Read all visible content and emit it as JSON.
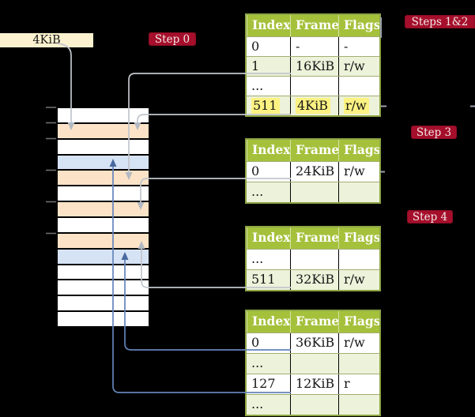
{
  "legend_box": {
    "label": "4KiB"
  },
  "badges": {
    "step0": "Step 0",
    "steps12": "Steps 1&2",
    "step3": "Step 3",
    "step4": "Step 4"
  },
  "memory_stack": {
    "description": "physical memory frames, 4KiB each, top = 0KiB",
    "rows": [
      "white",
      "peach",
      "white",
      "blue",
      "peach",
      "white",
      "peach",
      "white",
      "peach",
      "blue",
      "white",
      "white",
      "white",
      "white"
    ]
  },
  "page_tables": [
    {
      "id": "table-steps-1-2",
      "headers": [
        "Index",
        "Frame",
        "Flags"
      ],
      "rows": [
        {
          "cells": [
            "0",
            "-",
            "-"
          ],
          "shaded": false,
          "highlight": false
        },
        {
          "cells": [
            "1",
            "16KiB",
            "r/w"
          ],
          "shaded": true,
          "highlight": false
        },
        {
          "cells": [
            "...",
            "",
            ""
          ],
          "shaded": false,
          "highlight": false
        },
        {
          "cells": [
            "511",
            "4KiB",
            "r/w"
          ],
          "shaded": true,
          "highlight": true
        }
      ]
    },
    {
      "id": "table-step-3",
      "headers": [
        "Index",
        "Frame",
        "Flags"
      ],
      "rows": [
        {
          "cells": [
            "0",
            "24KiB",
            "r/w"
          ],
          "shaded": false,
          "highlight": false
        },
        {
          "cells": [
            "...",
            "",
            ""
          ],
          "shaded": true,
          "highlight": false
        }
      ]
    },
    {
      "id": "table-step-4",
      "headers": [
        "Index",
        "Frame",
        "Flags"
      ],
      "rows": [
        {
          "cells": [
            "...",
            "",
            ""
          ],
          "shaded": false,
          "highlight": false
        },
        {
          "cells": [
            "511",
            "32KiB",
            "r/w"
          ],
          "shaded": true,
          "highlight": false
        }
      ]
    },
    {
      "id": "table-bottom",
      "headers": [
        "Index",
        "Frame",
        "Flags"
      ],
      "rows": [
        {
          "cells": [
            "0",
            "36KiB",
            "r/w"
          ],
          "shaded": false,
          "highlight": false
        },
        {
          "cells": [
            "...",
            "",
            ""
          ],
          "shaded": true,
          "highlight": false
        },
        {
          "cells": [
            "127",
            "12KiB",
            "r"
          ],
          "shaded": false,
          "highlight": false
        },
        {
          "cells": [
            "...",
            "",
            ""
          ],
          "shaded": true,
          "highlight": false
        }
      ]
    }
  ],
  "connections": [
    {
      "from": "4KiB box",
      "to": "frame 4KiB (row 2)",
      "color": "gray"
    },
    {
      "from": "table-steps-1-2 index 1 (16KiB)",
      "to": "frame 16KiB (row 5)",
      "color": "gray"
    },
    {
      "from": "table-steps-1-2 index 511 (4KiB)",
      "to": "frame 4KiB (row 2)",
      "color": "gray"
    },
    {
      "from": "table-step-3 index 0 (24KiB)",
      "to": "frame 24KiB (row 7)",
      "color": "gray"
    },
    {
      "from": "table-step-4 index 511 (32KiB)",
      "to": "frame 32KiB (row 9)",
      "color": "gray"
    },
    {
      "from": "table-bottom index 0 (36KiB)",
      "to": "frame 36KiB (row 10)",
      "color": "blue"
    },
    {
      "from": "table-bottom index 127 (12KiB)",
      "to": "frame 12KiB (row 4)",
      "color": "blue"
    }
  ],
  "colors": {
    "background": "#000000",
    "table_header": "#a5c13c",
    "table_border": "#8da544",
    "row_shaded": "#edf2da",
    "highlight": "#fcf282",
    "badge": "#a50f2b",
    "legend_box": "#fcf2cf",
    "frame_pagetable": "#fce3c7",
    "frame_data": "#d6e3f5",
    "arrow_gray": "#c2c6cd",
    "arrow_blue": "#6483ba"
  }
}
